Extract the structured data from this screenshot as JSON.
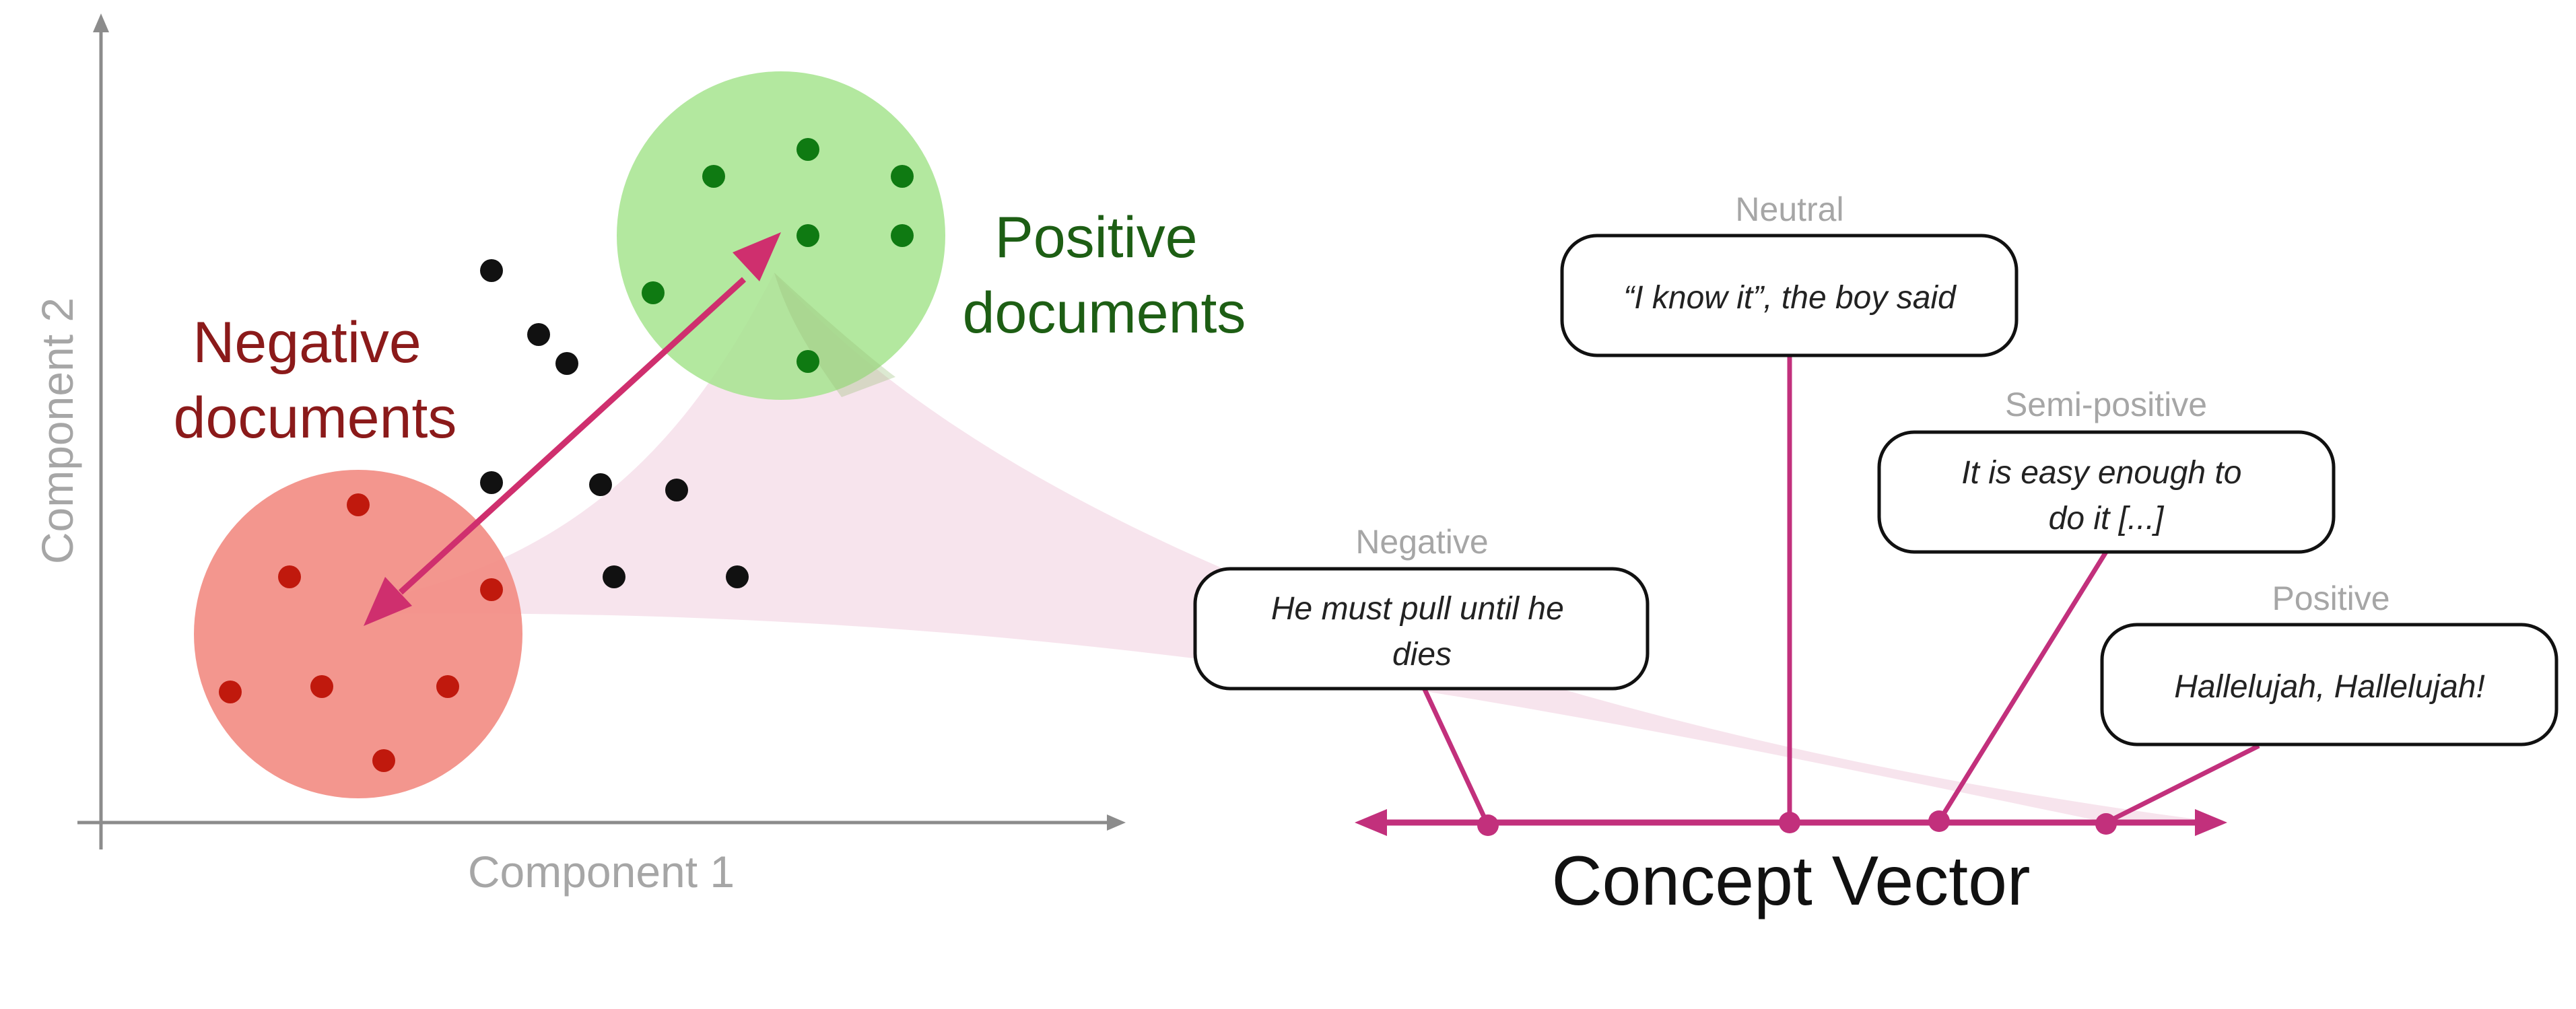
{
  "axes": {
    "x_label": "Component 1",
    "y_label": "Component 2"
  },
  "groups": {
    "negative": {
      "line1": "Negative",
      "line2": "documents"
    },
    "positive": {
      "line1": "Positive",
      "line2": "documents"
    }
  },
  "concept_vector": {
    "title": "Concept Vector"
  },
  "examples": [
    {
      "category": "Negative",
      "line1": "He must pull until he",
      "line2": "dies"
    },
    {
      "category": "Neutral",
      "line1": "“I know it”, the boy said",
      "line2": ""
    },
    {
      "category": "Semi-positive",
      "line1": "It is easy enough to",
      "line2": "do it [...]"
    },
    {
      "category": "Positive",
      "line1": "Hallelujah, Hallelujah!",
      "line2": ""
    }
  ],
  "colors": {
    "axis": "#8c8c8c",
    "negative_cluster": "#f28b82",
    "negative_point": "#c0190d",
    "positive_cluster": "#a6e48e",
    "positive_point": "#0f7a12",
    "neutral_point": "#111111",
    "arrow": "#cf2f6e",
    "concept": "#c2307c",
    "projection_fill": "#f5dde8"
  }
}
